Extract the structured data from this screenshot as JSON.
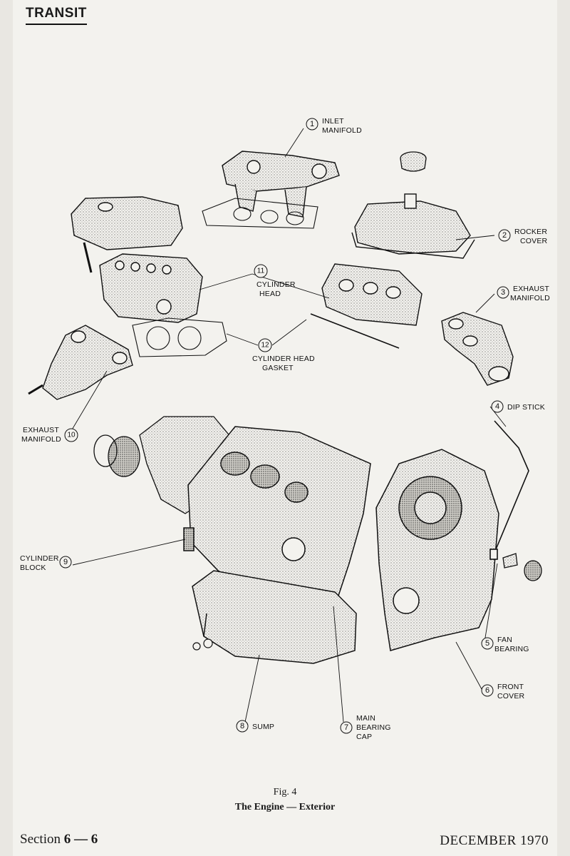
{
  "header": {
    "title": "TRANSIT"
  },
  "callouts": [
    {
      "number": "1",
      "lines": [
        "INLET",
        "MANIFOLD"
      ]
    },
    {
      "number": "2",
      "lines": [
        "ROCKER",
        "COVER"
      ]
    },
    {
      "number": "3",
      "lines": [
        "EXHAUST",
        "MANIFOLD"
      ]
    },
    {
      "number": "4",
      "lines": [
        "DIP STICK"
      ]
    },
    {
      "number": "5",
      "lines": [
        "FAN",
        "BEARING"
      ]
    },
    {
      "number": "6",
      "lines": [
        "FRONT",
        "COVER"
      ]
    },
    {
      "number": "7",
      "lines": [
        "MAIN",
        "BEARING",
        "CAP"
      ]
    },
    {
      "number": "8",
      "lines": [
        "SUMP"
      ]
    },
    {
      "number": "9",
      "lines": [
        "CYLINDER",
        "BLOCK"
      ]
    },
    {
      "number": "10",
      "lines": [
        "EXHAUST",
        "MANIFOLD"
      ]
    },
    {
      "number": "11",
      "lines": [
        "CYLINDER",
        "HEAD"
      ]
    },
    {
      "number": "12",
      "lines": [
        "CYLINDER HEAD",
        "GASKET"
      ]
    }
  ],
  "caption": {
    "figure": "Fig. 4",
    "title": "The Engine — Exterior"
  },
  "footer": {
    "section_prefix": "Section ",
    "section_number": "6 — 6",
    "date": "DECEMBER 1970"
  }
}
